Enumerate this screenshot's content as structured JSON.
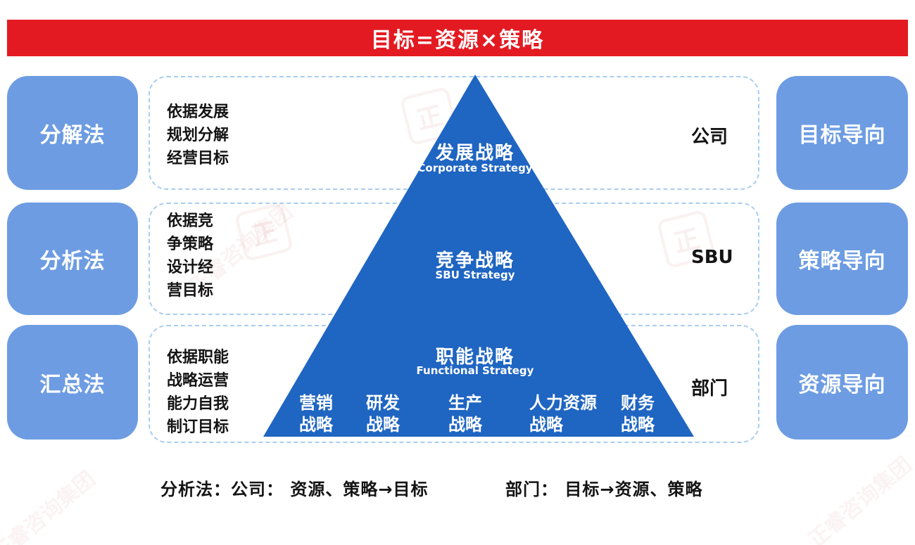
{
  "title": "目标=资源×策略",
  "left_methods": [
    {
      "label": "分解法"
    },
    {
      "label": "分析法"
    },
    {
      "label": "汇总法"
    }
  ],
  "right_orientations": [
    {
      "label": "目标导向"
    },
    {
      "label": "策略导向"
    },
    {
      "label": "资源导向"
    }
  ],
  "rows": [
    {
      "note": "依据发展\n规划分解\n经营目标",
      "org": "公司"
    },
    {
      "note": "依据竞\n争策略\n设计经\n营目标",
      "org": "SBU"
    },
    {
      "note": "依据职能\n战略运营\n能力自我\n制订目标",
      "org": "部门"
    }
  ],
  "pyramid": {
    "levels": [
      {
        "title": "发展战略",
        "subtitle": "Corporate Strategy"
      },
      {
        "title": "竞争战略",
        "subtitle": "SBU Strategy"
      },
      {
        "title": "职能战略",
        "subtitle": "Functional Strategy"
      }
    ],
    "functions": [
      {
        "text": "营销\n战略"
      },
      {
        "text": "研发\n战略"
      },
      {
        "text": "生产\n战略"
      },
      {
        "text": "人力资源\n战略"
      },
      {
        "text": "财务\n战略"
      }
    ]
  },
  "footer": {
    "part1": "分析法：公司： 资源、策略→目标",
    "part2": "部门： 目标→资源、策略"
  },
  "watermark": {
    "text": "正睿咨询集团",
    "char": "正"
  },
  "colors": {
    "banner_red": "#e31a21",
    "box_blue": "#6d9ce2",
    "pyramid_blue": "#1f65c2",
    "dash_border": "#a9cdf1"
  }
}
